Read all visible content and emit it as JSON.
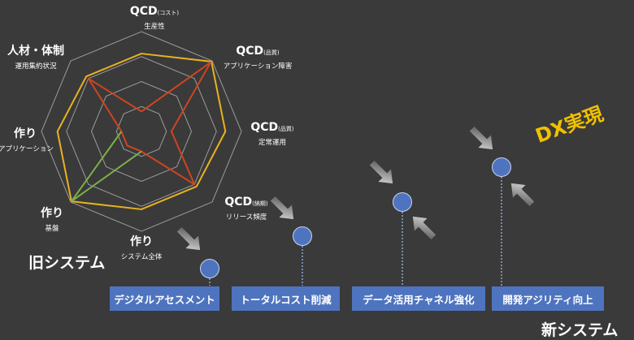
{
  "radar": {
    "axes": [
      {
        "main": "QCD",
        "sub1": "(コスト)",
        "sub2": "生産性"
      },
      {
        "main": "QCD",
        "sub1": "(品質)",
        "sub2": "アプリケーション障害"
      },
      {
        "main": "QCD",
        "sub1": "(品質)",
        "sub2": "定常運用"
      },
      {
        "main": "QCD",
        "sub1": "(納期)",
        "sub2": "リリース頻度"
      },
      {
        "main": "作り",
        "sub2": "システム全体"
      },
      {
        "main": "作り",
        "sub2": "基盤"
      },
      {
        "main": "作り",
        "sub2": "アプリケーション"
      },
      {
        "main": "人材・体制",
        "sub2": "運用集約状況"
      }
    ],
    "series": [
      {
        "color": "#e8b21f",
        "values": [
          0.78,
          0.99,
          0.84,
          0.78,
          0.78,
          0.99,
          0.84,
          0.78
        ]
      },
      {
        "color": "#cf4520",
        "values": [
          0.2,
          0.98,
          0.3,
          0.75,
          0.2,
          0.2,
          0.2,
          0.75
        ]
      },
      {
        "color": "#7fb04a",
        "values": [
          null,
          null,
          null,
          null,
          0.2,
          0.99,
          0.2,
          null
        ]
      }
    ]
  },
  "labels": {
    "old_system": "旧システム",
    "new_system": "新システム",
    "dx": "DX実現"
  },
  "steps": [
    {
      "label": "デジタルアセスメント"
    },
    {
      "label": "トータルコスト削減"
    },
    {
      "label": "データ活用チャネル強化"
    },
    {
      "label": "開発アジリティ向上"
    }
  ],
  "colors": {
    "background": "#3a3a3a",
    "button": "#4f74bf",
    "dot": "#4f74bf",
    "dx": "#f0c000"
  }
}
